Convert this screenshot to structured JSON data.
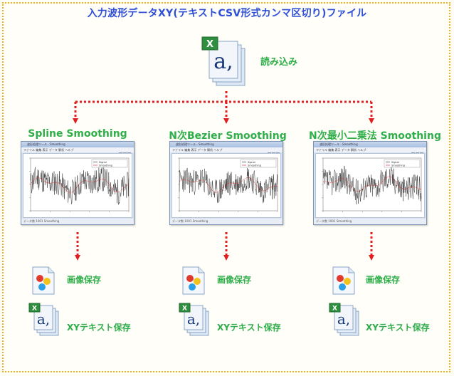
{
  "title": "入力波形データXY(テキストCSV形式カンマ区切り)ファイル",
  "input": {
    "label": "読み込み",
    "icon": "text-file-icon"
  },
  "methods": [
    {
      "label": "Spline Smoothing",
      "seed": 11
    },
    {
      "label": "N次Bezier Smoothing",
      "seed": 23
    },
    {
      "label": "N次最小二乗法 Smoothing",
      "seed": 37
    }
  ],
  "outputs": {
    "image_save": "画像保存",
    "text_save": "XYテキスト保存",
    "image_icon": "image-file-icon",
    "text_icon": "text-file-icon"
  },
  "window": {
    "title": "波形処理ツール - Smoothing",
    "menu": "ファイル  編集  表示  データ  解析  ヘルプ",
    "status": "データ数 1001    Smoothing",
    "legend_signal": "Signal",
    "legend_smooth": "Smoothing"
  },
  "colors": {
    "title": "#2e4fd6",
    "label": "#2fae4a",
    "arrow": "#e02020",
    "frame": "#f0b020"
  }
}
